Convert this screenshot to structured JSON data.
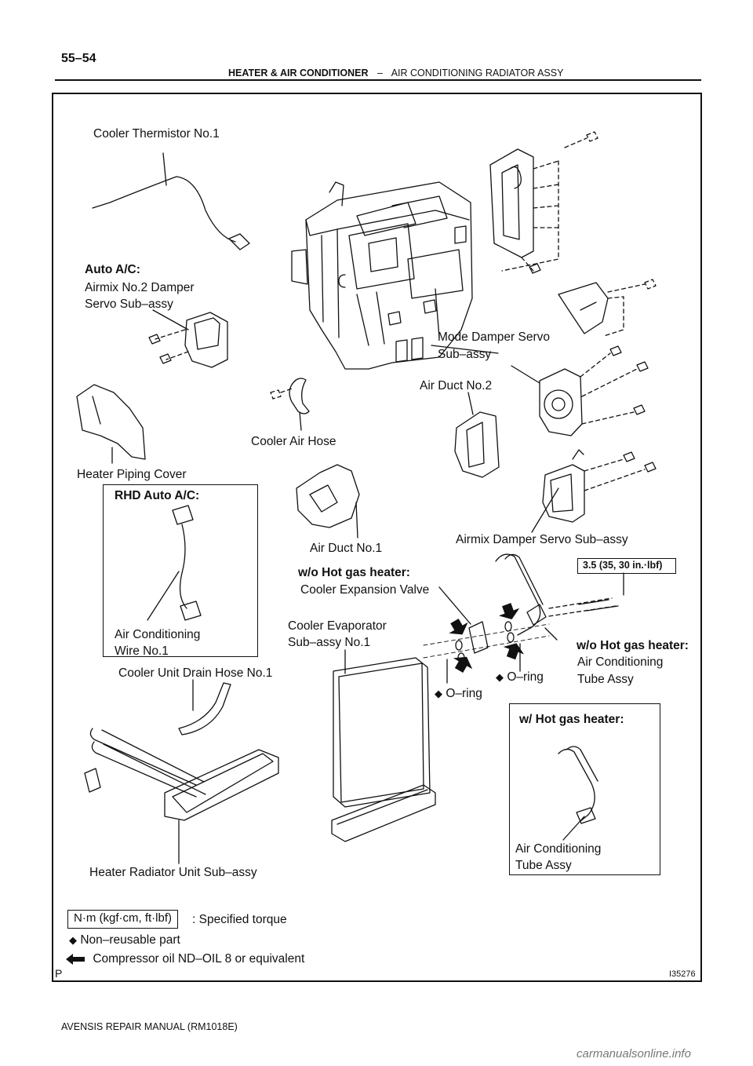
{
  "header": {
    "page_number": "55–54",
    "section": "HEATER & AIR CONDITIONER",
    "separator": "–",
    "subsection": "AIR CONDITIONING RADIATOR ASSY"
  },
  "footer": {
    "manual": "AVENSIS REPAIR MANUAL   (RM1018E)",
    "watermark": "carmanualsonline.info"
  },
  "figure": {
    "corner_mark": "P",
    "figure_id": "I35276"
  },
  "labels": {
    "cooler_thermistor": "Cooler Thermistor No.1",
    "auto_ac": "Auto A/C:",
    "airmix_no2_line1": "Airmix  No.2  Damper",
    "airmix_no2_line2": "Servo Sub–assy",
    "mode_damper_line1": "Mode  Damper  Servo",
    "mode_damper_line2": "Sub–assy",
    "air_duct_2": "Air Duct No.2",
    "cooler_air_hose": "Cooler Air Hose",
    "heater_piping_cover": "Heater Piping Cover",
    "rhd_auto_ac": "RHD Auto A/C:",
    "ac_wire_line1": "Air Conditioning",
    "ac_wire_line2": "Wire No.1",
    "air_duct_1": "Air Duct No.1",
    "airmix_damper_servo": "Airmix Damper Servo Sub–assy",
    "wo_hot_gas_1": "w/o Hot gas heater:",
    "cooler_expansion_valve": "Cooler Expansion Valve",
    "torque_value": "3.5 (35, 30 in.·lbf)",
    "cooler_evap_line1": "Cooler Evaporator",
    "cooler_evap_line2": "Sub–assy No.1",
    "wo_hot_gas_2": "w/o Hot gas heater:",
    "ac_tube_line1": "Air Conditioning",
    "ac_tube_line2": "Tube Assy",
    "oring_1": "O–ring",
    "oring_2": "O–ring",
    "cooler_drain_hose": "Cooler Unit Drain Hose No.1",
    "w_hot_gas": "w/ Hot gas heater:",
    "ac_tube2_line1": "Air Conditioning",
    "ac_tube2_line2": "Tube Assy",
    "heater_radiator": "Heater Radiator Unit Sub–assy"
  },
  "legend": {
    "torque_unit": "N·m (kgf·cm, ft·lbf)",
    "torque_desc": ": Specified torque",
    "non_reusable": "Non–reusable part",
    "compressor_oil": "Compressor oil ND–OIL 8 or equivalent"
  },
  "icons": {
    "non_reusable": "diamond-icon",
    "oil": "oil-arrow-icon"
  }
}
